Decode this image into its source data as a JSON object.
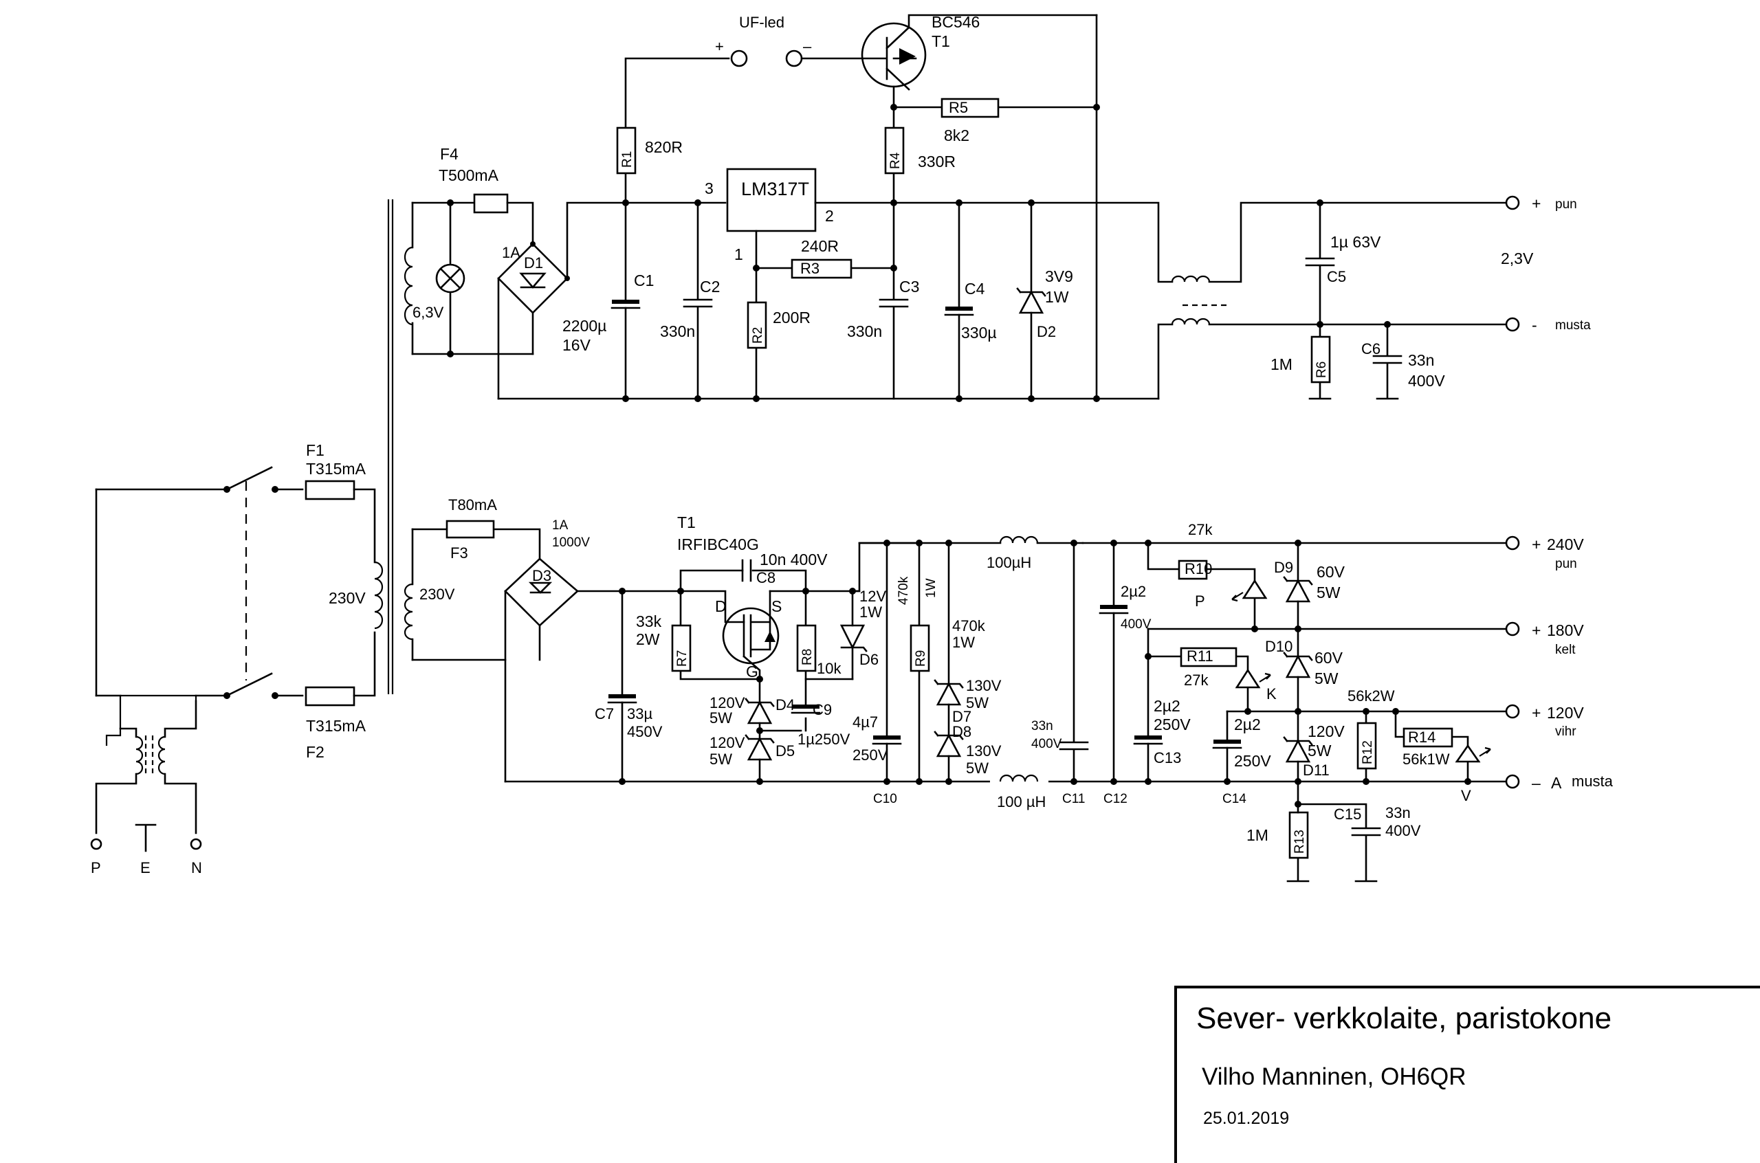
{
  "title_block": {
    "title": "Sever- verkkolaite, paristokone",
    "author": "Vilho Manninen, OH6QR",
    "date": "25.01.2019"
  },
  "mains": {
    "terminals": [
      "P",
      "E",
      "N"
    ],
    "fuse1": [
      "F1",
      "T315mA"
    ],
    "fuse2": [
      "T315mA",
      "F2"
    ],
    "primary": "230V"
  },
  "low_voltage": {
    "secondary": "6,3V",
    "fuse": [
      "F4",
      "T500mA"
    ],
    "bridge": [
      "1A",
      "D1"
    ],
    "r1": [
      "R1",
      "820R"
    ],
    "c1": [
      "C1",
      "2200µ",
      "16V"
    ],
    "c2": [
      "C2",
      "330n"
    ],
    "regulator": "LM317T",
    "pins": [
      "3",
      "2",
      "1"
    ],
    "r3": [
      "240R",
      "R3"
    ],
    "r2": [
      "R2",
      "200R"
    ],
    "led": [
      "UF-led",
      "+",
      "–"
    ],
    "t1": [
      "BC546",
      "T1"
    ],
    "r5": [
      "R5",
      "8k2"
    ],
    "r4": [
      "R4",
      "330R"
    ],
    "c3": [
      "C3",
      "330n"
    ],
    "c4": [
      "C4",
      "330µ"
    ],
    "d2": [
      "3V9",
      "1W",
      "D2"
    ],
    "c5": [
      "1µ 63V",
      "C5"
    ],
    "voltage": "2,3V",
    "r6": [
      "1M",
      "R6"
    ],
    "c6": [
      "C6",
      "33n",
      "400V"
    ],
    "out_plus": [
      "+",
      "pun"
    ],
    "out_minus": [
      "-",
      "musta"
    ]
  },
  "high_voltage": {
    "fuse": [
      "T80mA",
      "F3"
    ],
    "secondary": "230V",
    "bridge": [
      "1A",
      "1000V",
      "D3"
    ],
    "t1": [
      "T1",
      "IRFIBC40G"
    ],
    "c8": [
      "10n 400V",
      "C8"
    ],
    "fet_pins": [
      "D",
      "S",
      "G"
    ],
    "r7": [
      "33k",
      "2W",
      "R7"
    ],
    "r8": [
      "R8",
      "10k"
    ],
    "d6": [
      "12V",
      "1W",
      "D6"
    ],
    "c7": [
      "C7",
      "33µ",
      "450V"
    ],
    "d4": [
      "120V",
      "5W",
      "D4"
    ],
    "d5": [
      "120V",
      "5W",
      "D5"
    ],
    "c9": [
      "C9",
      "1µ250V"
    ],
    "c10": [
      "4µ7",
      "250V",
      "C10"
    ],
    "r9": [
      "470k",
      "1W",
      "R9"
    ],
    "d7": [
      "470k",
      "1W",
      "130V",
      "5W",
      "D7"
    ],
    "d8": [
      "D8",
      "130V",
      "5W"
    ],
    "l1": "100µH",
    "l2": "100 µH",
    "c11": [
      "33n",
      "400V",
      "C11"
    ],
    "c12": [
      "2µ2",
      "400V",
      "C12"
    ],
    "r10": [
      "27k",
      "R10",
      "P"
    ],
    "d9": [
      "D9",
      "60V",
      "5W"
    ],
    "c13": [
      "2µ2",
      "250V",
      "C13"
    ],
    "r11": [
      "R11",
      "27k",
      "K"
    ],
    "d10": [
      "D10",
      "60V",
      "5W"
    ],
    "c14": [
      "2µ2",
      "250V",
      "C14"
    ],
    "d11": [
      "120V",
      "5W",
      "D11"
    ],
    "r12": [
      "56k2W",
      "R12"
    ],
    "r14": [
      "R14",
      "56k1W",
      "V"
    ],
    "r13": [
      "1M",
      "R13"
    ],
    "c15": [
      "C15",
      "33n",
      "400V"
    ],
    "outputs": [
      {
        "sign": "+",
        "voltage": "240V",
        "color": "pun"
      },
      {
        "sign": "+",
        "voltage": "180V",
        "color": "kelt"
      },
      {
        "sign": "+",
        "voltage": "120V",
        "color": "vihr"
      },
      {
        "sign": "–",
        "voltage": "A",
        "color": "musta"
      }
    ]
  }
}
